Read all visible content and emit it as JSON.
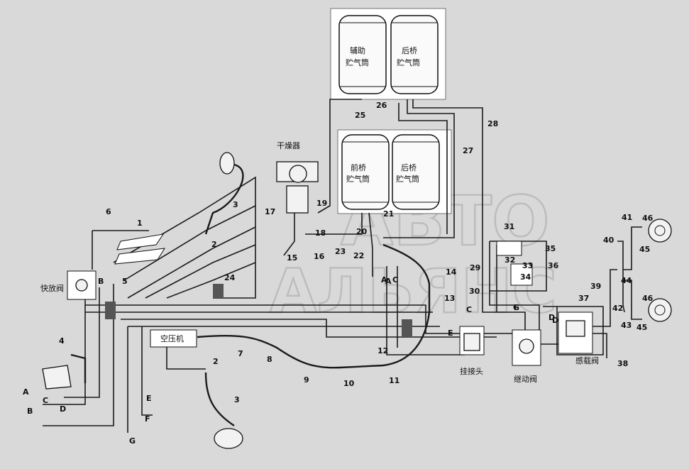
{
  "tanks": {
    "top_left": [
      "辅助",
      "贮气筒"
    ],
    "top_right": [
      "后桥",
      "贮气筒"
    ],
    "mid_left": [
      "前桥",
      "贮气筒"
    ],
    "mid_right": [
      "后桥",
      "贮气筒"
    ]
  },
  "components": {
    "dryer": "干燥器",
    "quick_release": "快放阀",
    "compressor": "空压机",
    "trailer_head": "挂接头",
    "relay_valve": "继动阀",
    "load_valve": "感载阀"
  },
  "watermark": {
    "line1": "АВТО",
    "line2": "АЛЬЯНС"
  },
  "callouts": [
    "1",
    "2",
    "2",
    "3",
    "3",
    "4",
    "5",
    "6",
    "7",
    "8",
    "9",
    "10",
    "11",
    "12",
    "13",
    "14",
    "15",
    "16",
    "17",
    "18",
    "19",
    "20",
    "21",
    "22",
    "23",
    "24",
    "25",
    "26",
    "27",
    "28",
    "29",
    "30",
    "31",
    "32",
    "33",
    "34",
    "35",
    "36",
    "37",
    "38",
    "39",
    "40",
    "41",
    "42",
    "43",
    "44",
    "45",
    "45",
    "46",
    "46"
  ],
  "letters": [
    "A",
    "B",
    "C",
    "D",
    "A",
    "B",
    "C",
    "D",
    "E",
    "F",
    "G",
    "A",
    "C",
    "E",
    "F",
    "G",
    "D"
  ]
}
